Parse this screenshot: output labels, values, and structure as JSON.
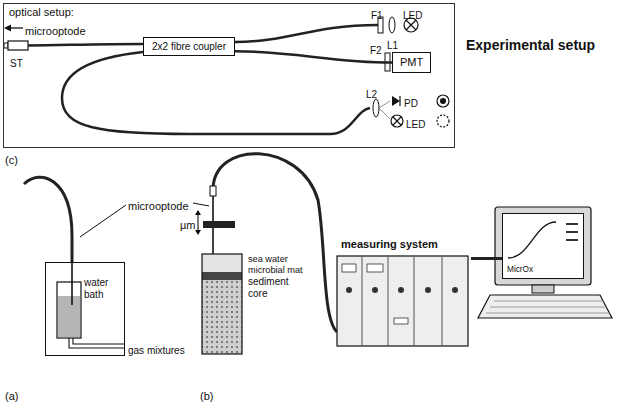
{
  "diagram": {
    "nodes": [
      {
        "text": [
          "optical setup:"
        ]
      },
      {
        "text": [
          "2x2 fibre coupler"
        ],
        "in": 0
      },
      {
        "text": [
          "PMT"
        ],
        "in": 0
      },
      {
        "text": [
          "water bath"
        ]
      },
      {
        "text": [
          "sea water",
          "microbial mat",
          "sediment core"
        ]
      },
      {
        "text": [
          "measuring system"
        ]
      },
      {
        "text": [
          "MicrOx"
        ]
      }
    ],
    "edges": [
      {
        "from": 1,
        "to": 2,
        "arrow": "none"
      },
      {
        "from": 5,
        "to": 6,
        "arrow": "none"
      }
    ],
    "labels": [
      "Experimental setup",
      "microoptode",
      "ST",
      "F1",
      "L1",
      "LED",
      "F2",
      "L2",
      "PD",
      "LED",
      "(c)",
      "microoptode",
      "gas mixtures",
      "µm",
      "(a)",
      "(b)"
    ]
  }
}
